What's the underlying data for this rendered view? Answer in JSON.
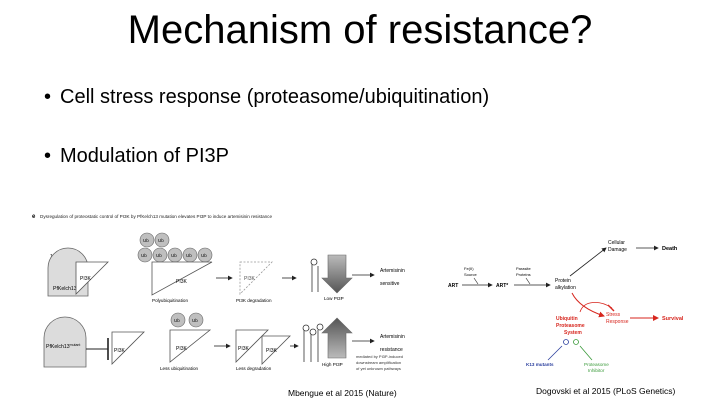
{
  "slide": {
    "title": "Mechanism of resistance?",
    "bullets": [
      "Cell stress response (proteasome/ubiquitination)",
      "Modulation of PI3P"
    ]
  },
  "figure_left": {
    "panel_letter": "e",
    "caption": "Dysregulation of proteostatic control of PI3K by PfKelch13 mutation elevates PI3P to induce artemisinin resistance",
    "row1": {
      "number": "1",
      "kelch_label": "PfKelch13",
      "kelch_sup": "WT",
      "pi3k": "PI3K",
      "ub": "Ub",
      "label_poly": "Polyubiquitination",
      "label_deg": "PI3K degradation",
      "label_pi3p": "Low PI3P",
      "outcome_line1": "Artemisinin",
      "outcome_line2": "sensitive"
    },
    "row2": {
      "number": "2",
      "kelch_label": "PfKelch13",
      "kelch_sup": "mutant",
      "pi3k": "PI3K",
      "ub": "Ub",
      "label_less_ub": "Less ubiquitination",
      "label_less_deg": "Less degradation",
      "label_pi3p": "High PI3P",
      "outcome_line1": "Artemisinin",
      "outcome_line2": "resistance",
      "note_line1": "mediated by PI3P-induced",
      "note_line2": "downstream amplification",
      "note_line3": "of yet unknown pathways"
    },
    "citation": "Mbengue et al 2015 (Nature)"
  },
  "figure_right": {
    "art": "ART",
    "art_star": "ART*",
    "heme_line1": "Fe(II)",
    "heme_line2": "Source",
    "parasite_line1": "Parasite",
    "parasite_line2": "Proteins",
    "alkylation_line1": "Protein",
    "alkylation_line2": "alkylation",
    "damage_line1": "Cellular",
    "damage_line2": "Damage",
    "death": "Death",
    "ups_line1": "Ubiquitin",
    "ups_line2": "Proteasome",
    "ups_line3": "System",
    "stress_line1": "Stress",
    "stress_line2": "Response",
    "survival": "Survival",
    "k13": "K13 mutants",
    "inhib_line1": "Proteasome",
    "inhib_line2": "Inhibitor",
    "citation": "Dogovski et al 2015 (PLoS Genetics)",
    "colors": {
      "red": "#d7261e",
      "green": "#3a9a3a",
      "blue": "#2b3f9e"
    }
  }
}
